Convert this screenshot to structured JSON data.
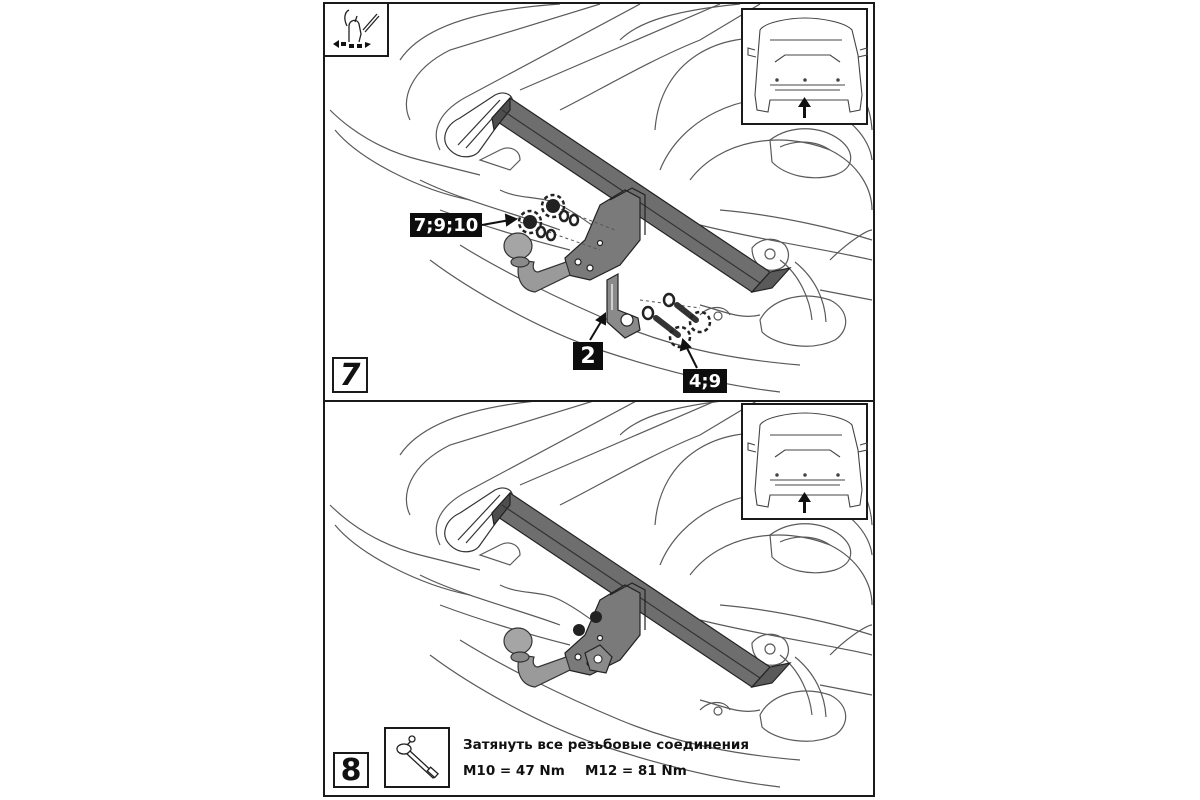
{
  "document": {
    "title": "Towbar installation steps 7-8"
  },
  "step7": {
    "number": "7",
    "callouts": {
      "bolts_top": "7;9;10",
      "bracket": "2",
      "bolts_bottom": "4;9"
    },
    "icon": "hand-tightening-icon"
  },
  "step8": {
    "number": "8",
    "instruction": "Затянуть все резьбовые соединения",
    "torque_m10": "M10 = 47 Nm",
    "torque_m12": "M12 = 81 Nm",
    "icon": "torque-wrench-icon"
  },
  "colors": {
    "line": "#1a1a1a",
    "towbar": "#6e6e6e",
    "towbar_dark": "#4e4e4e",
    "ball": "#9a9a9a",
    "sketch": "#5a5a5a"
  }
}
